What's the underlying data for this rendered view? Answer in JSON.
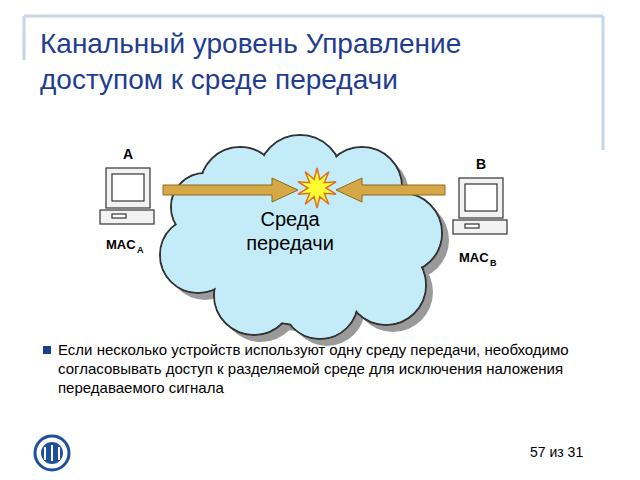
{
  "diagram": {
    "title": "Канальный уровень Управление доступом к среде передачи",
    "nodes": [
      {
        "text": [
          "Среда передачи"
        ]
      }
    ],
    "labels": [
      "A",
      "MAC",
      "A",
      "B",
      "MAC",
      "B",
      "Если несколько устройств используют одну среду передачи, необходимо согласовывать доступ к разделяемой среде для исключения наложения передаваемого сигнала",
      "57 из 31"
    ]
  }
}
